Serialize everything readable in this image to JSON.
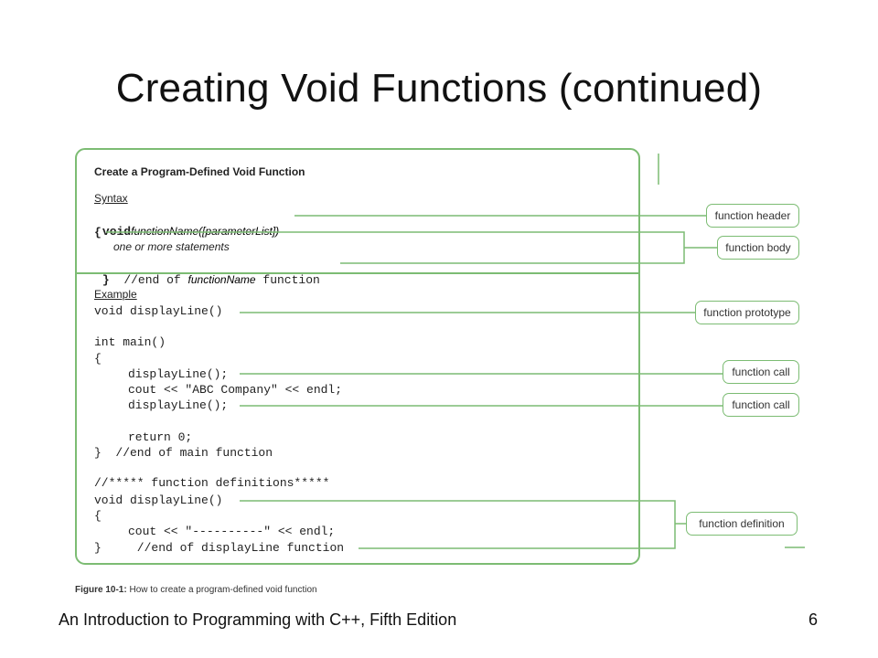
{
  "slide": {
    "title": "Creating Void Functions (continued)",
    "footer": "An Introduction to Programming with C++, Fifth Edition",
    "page_number": "6"
  },
  "figure": {
    "heading": "Create a Program-Defined Void Function",
    "syntax_label": "Syntax",
    "syntax": {
      "header_keyword": "void",
      "header_name": "functionName",
      "header_params": "([parameterList])",
      "open_brace": "{",
      "statements": "one or more statements",
      "close_brace": "}",
      "end_comment_prefix": "//end of",
      "end_comment_name": "functionName",
      "end_comment_suffix": "function"
    },
    "example_label": "Example",
    "example": {
      "prototype": "void displayLine()",
      "main_header": "int main()",
      "open_brace": "{",
      "call1": "displayLine();",
      "cout_line": "cout << \"ABC Company\" << endl;",
      "call2": "displayLine();",
      "return_line": "return 0;",
      "main_close": "}  //end of main function",
      "definitions_comment": "//***** function definitions*****",
      "def_header": "void displayLine()",
      "def_open": "{",
      "def_cout": "cout << \"----------\" << endl;",
      "def_close": "}     //end of displayLine function"
    },
    "callouts": {
      "function_header": "function header",
      "function_body": "function body",
      "function_prototype": "function prototype",
      "function_call_1": "function call",
      "function_call_2": "function call",
      "function_definition": "function definition"
    },
    "caption_bold": "Figure 10-1:",
    "caption_text": " How to create a program-defined void function"
  },
  "colors": {
    "box_border": "#7cbc73",
    "leader_line": "#7cbc73"
  }
}
